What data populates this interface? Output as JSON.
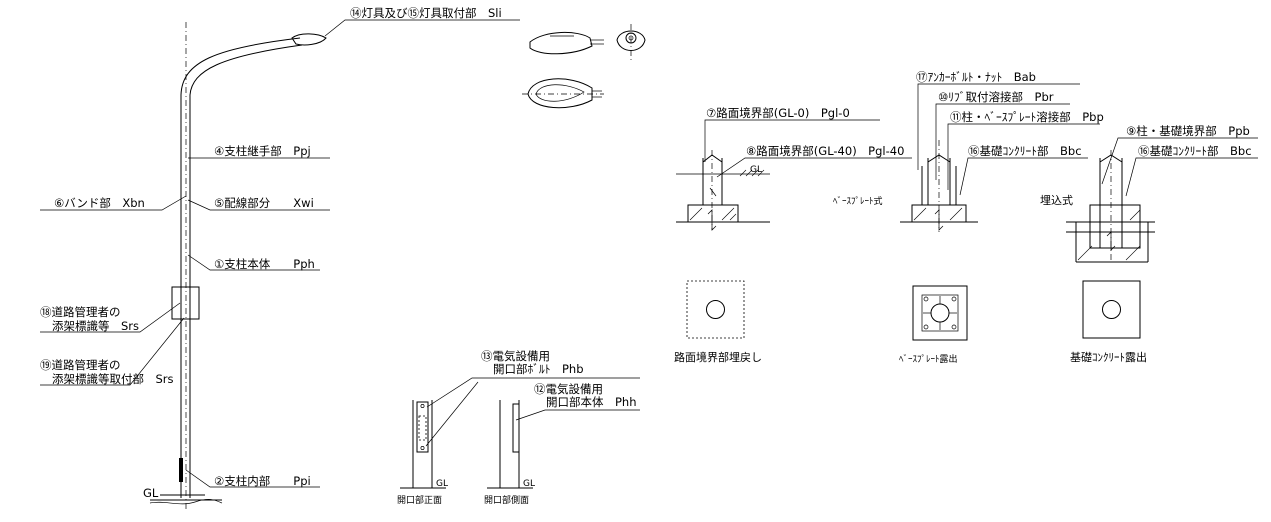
{
  "labels": {
    "fixture": "⑭灯具及び⑮灯具取付部　Sli",
    "joint": "④支柱継手部　Ppj",
    "band": "⑥バンド部　Xbn",
    "wiring": "⑤配線部分　　Xwi",
    "body": "①支柱本体　　Pph",
    "sign1_l1": "⑱道路管理者の",
    "sign1_l2": "添架標識等　Srs",
    "sign2_l1": "⑲道路管理者の",
    "sign2_l2": "添架標識等取付部　Srs",
    "inner": "②支柱内部　　Ppi",
    "gl_main": "GL",
    "bolt_l1": "⑬電気設備用",
    "bolt_l2": "開口部ﾎﾞﾙﾄ　Phb",
    "open_l1": "⑫電気設備用",
    "open_l2": "開口部本体　Phh",
    "front_cap": "開口部正面",
    "side_cap": "開口部側面",
    "gl_small": "GL",
    "road0": "⑦路面境界部(GL-0)　Pgl-0",
    "road40": "⑧路面境界部(GL-40)　Pgl-40",
    "anchor": "⑰ｱﾝｶｰﾎﾞﾙﾄ・ﾅｯﾄ　Bab",
    "rib": "⑩ﾘﾌﾞ取付溶接部　Pbr",
    "pillar_base": "⑪柱・ﾍﾞｰｽﾌﾟﾚｰﾄ溶接部　Pbp",
    "pillar_found": "⑨柱・基礎境界部　Ppb",
    "concrete_a": "⑯基礎ｺﾝｸﾘｰﾄ部　Bbc",
    "concrete_b": "⑯基礎ｺﾝｸﾘｰﾄ部　Bbc",
    "baseplate_type": "ﾍﾞｰｽﾌﾟﾚｰﾄ式",
    "embed_type": "埋込式",
    "cap_road": "路面境界部埋戻し",
    "cap_plate": "ﾍﾞｰｽﾌﾟﾚｰﾄ露出",
    "cap_concrete": "基礎ｺﾝｸﾘｰﾄ露出"
  }
}
